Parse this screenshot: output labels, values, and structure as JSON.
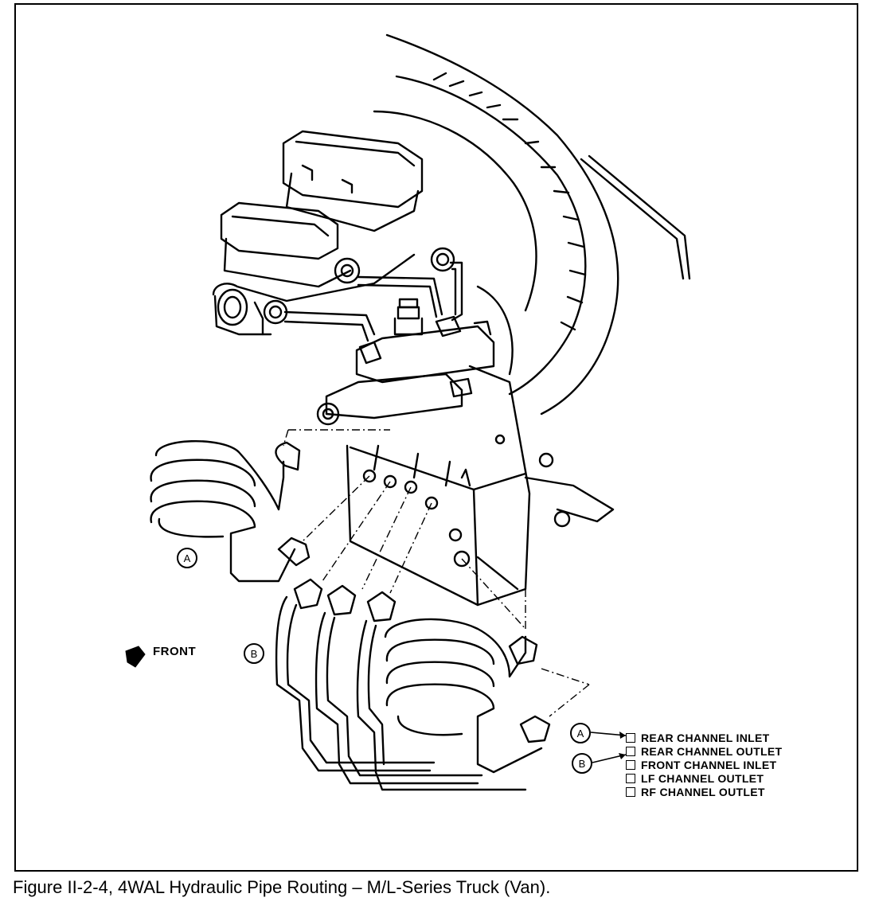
{
  "figure": {
    "caption": "Figure II-2-4, 4WAL Hydraulic Pipe Routing – M/L-Series Truck (Van).",
    "front_label": "FRONT",
    "callouts": {
      "a": "A",
      "b": "B"
    },
    "legend": {
      "items": [
        {
          "label": "REAR CHANNEL INLET"
        },
        {
          "label": "REAR CHANNEL OUTLET"
        },
        {
          "label": "FRONT CHANNEL INLET"
        },
        {
          "label": "LF CHANNEL OUTLET"
        },
        {
          "label": "RF CHANNEL OUTLET"
        }
      ],
      "callout_a": "A",
      "callout_b": "B"
    }
  },
  "colors": {
    "ink": "#000000",
    "paper": "#ffffff"
  }
}
